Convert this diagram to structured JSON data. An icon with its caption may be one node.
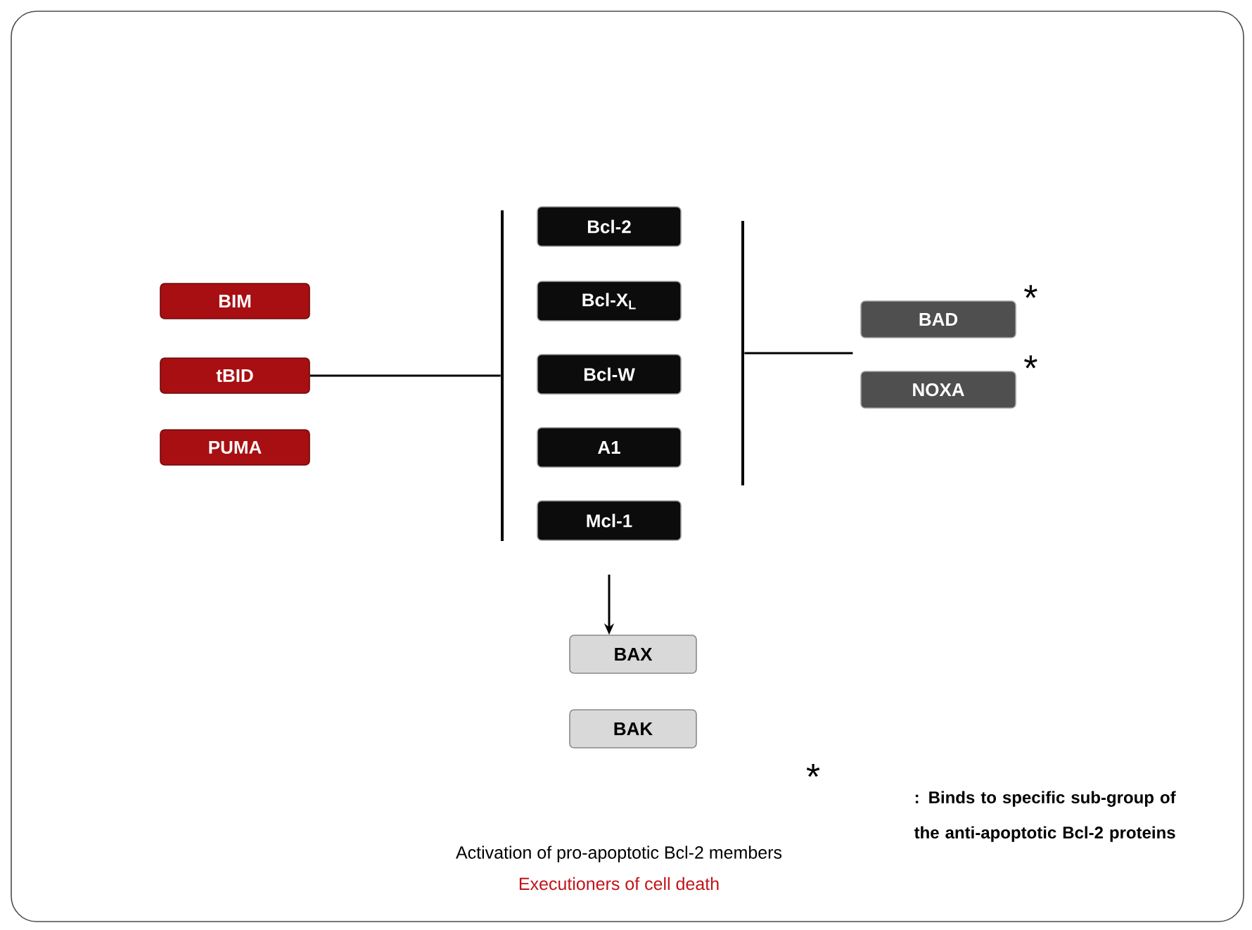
{
  "diagram": {
    "nodes": [
      {
        "text": [
          "BIM"
        ]
      },
      {
        "text": [
          "tBID"
        ]
      },
      {
        "text": [
          "PUMA"
        ]
      },
      {
        "text": [
          "Bcl-2"
        ]
      },
      {
        "text": [
          "Bcl-X$_{L}$"
        ]
      },
      {
        "text": [
          "Bcl-W"
        ]
      },
      {
        "text": [
          "A1"
        ]
      },
      {
        "text": [
          "Mcl-1"
        ]
      },
      {
        "text": [
          "BAD"
        ],
        "beside": [
          "*"
        ]
      },
      {
        "text": [
          "NOXA"
        ],
        "beside": [
          "*"
        ]
      },
      {
        "text": [
          "BAX"
        ]
      },
      {
        "text": [
          "BAK"
        ]
      },
      {
        "text": [],
        "shape": "bar"
      },
      {
        "text": [],
        "shape": "bar"
      }
    ],
    "edges": [
      {
        "from": 1,
        "to": 12,
        "arrow": "none"
      },
      {
        "from": 13,
        "to": null,
        "arrow": "none"
      },
      {
        "from": 7,
        "to": 10,
        "arrow": "to"
      }
    ],
    "labels": [
      "*",
      ": Binds to specific sub-group of the anti-apoptotic Bcl-2 proteins",
      "Activation of pro-apoptotic Bcl-2 members",
      "Executioners of cell death"
    ]
  }
}
